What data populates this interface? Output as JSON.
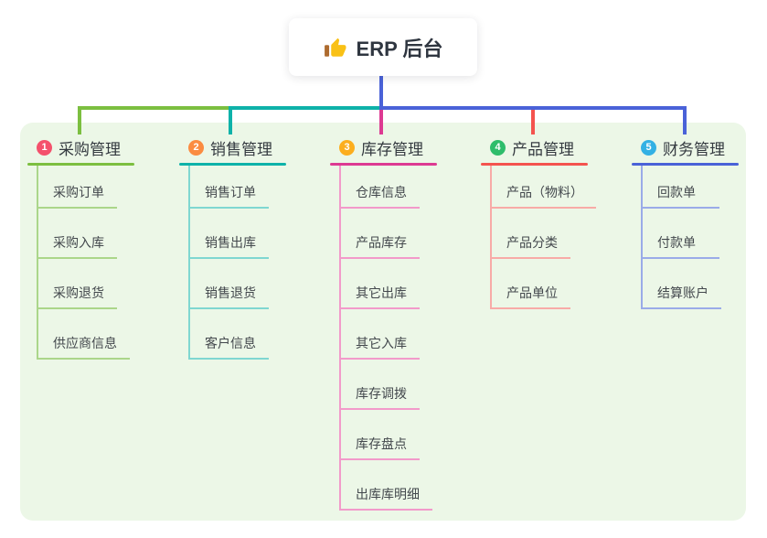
{
  "root": {
    "label": "ERP 后台",
    "icon": "thumbs-up-icon",
    "icon_color": "#f9c116",
    "icon_cuff_color": "#ad6b2f"
  },
  "branches": [
    {
      "number": "1",
      "label": "采购管理",
      "badge_color": "#f4516c",
      "line_color": "#7cbf40",
      "child_line_color": "#abd68a",
      "children": [
        "采购订单",
        "采购入库",
        "采购退货",
        "供应商信息"
      ]
    },
    {
      "number": "2",
      "label": "销售管理",
      "badge_color": "#fb8c41",
      "line_color": "#0eb2a9",
      "child_line_color": "#7fd7d1",
      "children": [
        "销售订单",
        "销售出库",
        "销售退货",
        "客户信息"
      ]
    },
    {
      "number": "3",
      "label": "库存管理",
      "badge_color": "#fcae1e",
      "line_color": "#dd3a92",
      "child_line_color": "#f29aca",
      "children": [
        "仓库信息",
        "产品库存",
        "其它出库",
        "其它入库",
        "库存调拨",
        "库存盘点",
        "出库库明细"
      ]
    },
    {
      "number": "4",
      "label": "产品管理",
      "badge_color": "#2ebd6b",
      "line_color": "#f4534e",
      "child_line_color": "#f8aba7",
      "children": [
        "产品（物料）",
        "产品分类",
        "产品单位"
      ]
    },
    {
      "number": "5",
      "label": "财务管理",
      "badge_color": "#33b1e4",
      "line_color": "#4a62d8",
      "child_line_color": "#9aabe8",
      "children": [
        "回款单",
        "付款单",
        "结算账户"
      ]
    }
  ],
  "canvas": {
    "panel_color": "#ecf7e7",
    "root_trunk_color": "#4a62d8"
  }
}
